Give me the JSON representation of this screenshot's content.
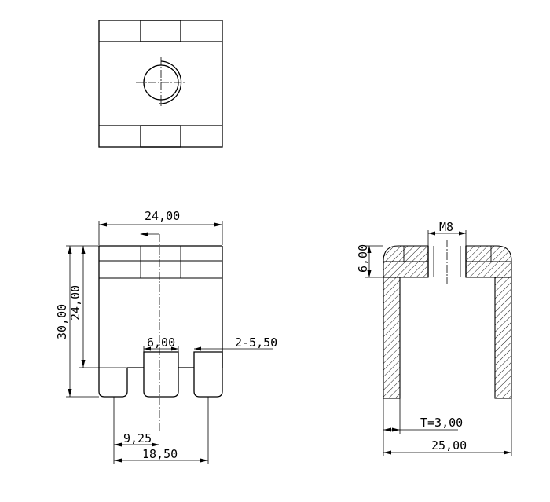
{
  "dimensions": {
    "front_width": "24,00",
    "overall_height": "30,00",
    "body_height": "24,00",
    "slot_width": "6,00",
    "slot_spec": "2-5,50",
    "pitch_small": "9,25",
    "pitch_large": "18,50",
    "thread": "M8",
    "plate_thickness": "6,00",
    "wall_thickness": "T=3,00",
    "side_width": "25,00"
  }
}
